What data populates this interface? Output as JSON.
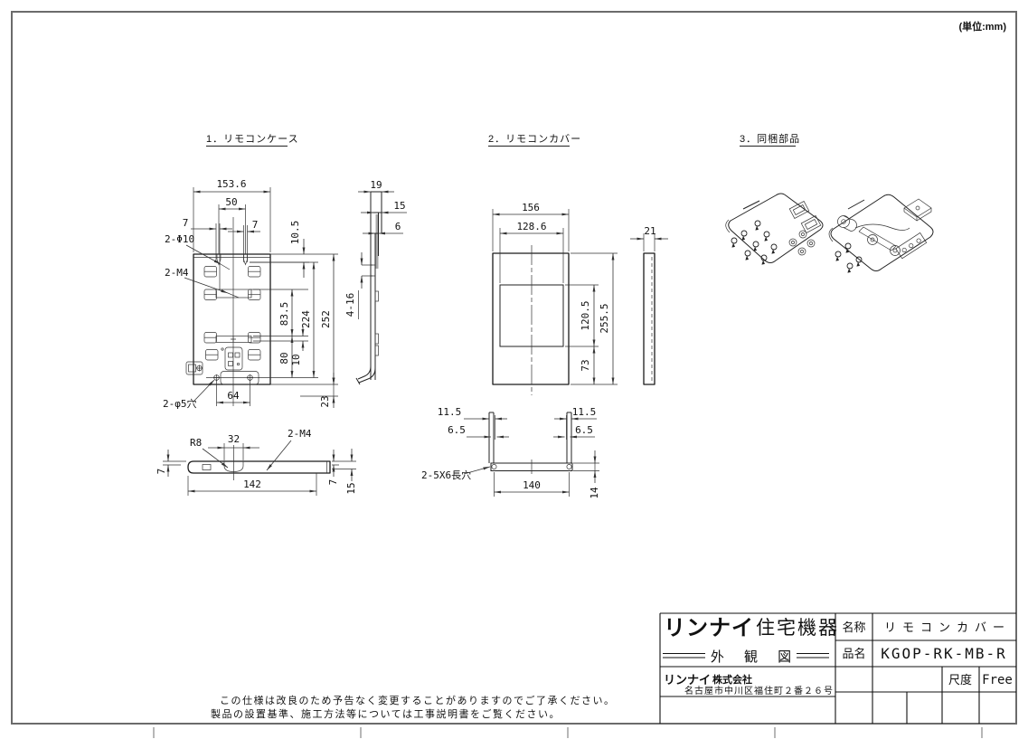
{
  "unit_note": "(単位:mm)",
  "sections": {
    "case": {
      "heading": "1．リモコンケース",
      "front": {
        "width": "153.6",
        "hole_pitch": "50",
        "offset_left": "7",
        "offset_right": "7",
        "top_offset": "10.5",
        "top_holes": "2-Φ10",
        "tap": "2-M4",
        "slot_span": "83.5",
        "mount_span": "224",
        "height": "252",
        "lower_span": "80",
        "slot_offset": "10",
        "bottom_ext": "23",
        "bottom_holes": "2-φ5穴",
        "bottom_pitch": "64"
      },
      "side": {
        "depth": "19",
        "upper_depth": "15",
        "lower_depth": "6",
        "slots": "4-16"
      },
      "bottom": {
        "radius": "R8",
        "notch_width": "32",
        "tap": "2-M4",
        "width": "142",
        "left_edge": "7",
        "right_edge": "7",
        "depth": "15"
      }
    },
    "cover": {
      "heading": "2．リモコンカバー",
      "front": {
        "width": "156",
        "window_width": "128.6",
        "window_height": "120.5",
        "height": "255.5",
        "lower_height": "73",
        "depth": "21"
      },
      "bottom": {
        "inset_left": "11.5",
        "inset_right": "11.5",
        "slot_left": "6.5",
        "slot_right": "6.5",
        "slot_note": "2-5X6長穴",
        "pitch": "140",
        "depth": "14"
      }
    },
    "parts": {
      "heading": "3．同梱部品"
    }
  },
  "title_block": {
    "brand_logo": "リンナイ",
    "brand_suffix": "住宅機器",
    "drawing_type": "外 観 図",
    "company_logo": "リンナイ",
    "company_type": "株式会社",
    "address": "名古屋市中川区福住町２番２６号",
    "name_label": "名称",
    "name_value": "リモコンカバー",
    "model_label": "品名",
    "model_value": "KGOP-RK-MB-R",
    "scale_label": "尺度",
    "scale_value": "Free"
  },
  "notes": [
    "この仕様は改良のため予告なく変更することがありますのでご了承ください。",
    "製品の設置基準、施工方法等については工事説明書をご覧ください。"
  ]
}
